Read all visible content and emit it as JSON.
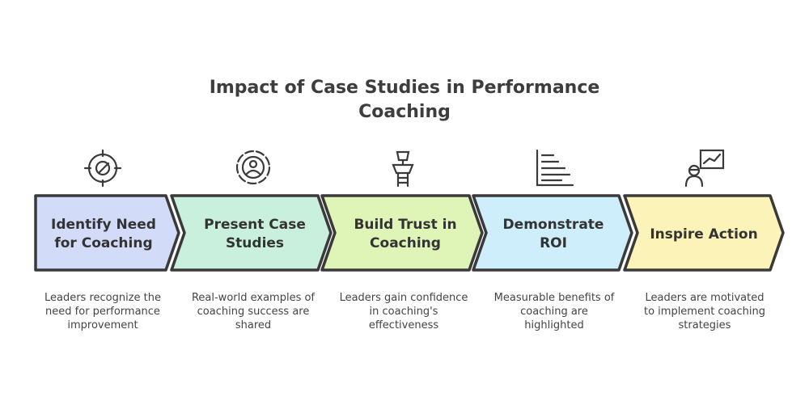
{
  "title": {
    "line1": "Impact of Case Studies in Performance",
    "line2": "Coaching"
  },
  "steps": [
    {
      "icon": "target-icon",
      "label": "Identify Need for Coaching",
      "description": "Leaders recognize the need for performance improvement",
      "color": "#d2dcf8"
    },
    {
      "icon": "user-circle-icon",
      "label": "Present Case Studies",
      "description": "Real-world examples of coaching success are shared",
      "color": "#c9f0dc"
    },
    {
      "icon": "trophy-ladder-icon",
      "label": "Build Trust in Coaching",
      "description": "Leaders gain confidence in coaching's effectiveness",
      "color": "#dff5b8"
    },
    {
      "icon": "bar-chart-icon",
      "label": "Demonstrate ROI",
      "description": "Measurable benefits of coaching are highlighted",
      "color": "#cdeefa"
    },
    {
      "icon": "presenter-icon",
      "label": "Inspire Action",
      "description": "Leaders are motivated to implement coaching strategies",
      "color": "#fbf3b8"
    }
  ],
  "stroke_color": "#3a3a3a"
}
